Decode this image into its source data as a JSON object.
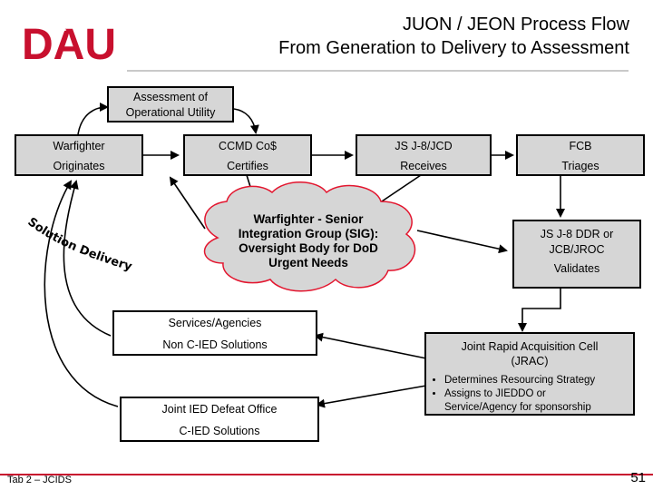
{
  "logo": {
    "text": "DAU",
    "color": "#c8102e"
  },
  "header": {
    "title_line1": "JUON / JEON Process Flow",
    "title_line2": "From Generation to Delivery to Assessment"
  },
  "boxes": {
    "assessment": [
      "Assessment of",
      "Operational Utility"
    ],
    "warfighter": [
      "Warfighter",
      "Originates"
    ],
    "ccmd": [
      "CCMD Co$",
      "Certifies"
    ],
    "js_j8_jcd": [
      "JS J-8/JCD",
      "Receives"
    ],
    "fcb": [
      "FCB",
      "Triages"
    ],
    "js_j8_ddr": [
      "JS J-8 DDR or",
      "JCB/JROC",
      "Validates"
    ],
    "services": [
      "Services/Agencies",
      "Non C-IED Solutions"
    ],
    "jieddo": [
      "Joint IED Defeat Office",
      "C-IED Solutions"
    ],
    "jrac_title": [
      "Joint Rapid Acquisition Cell",
      "(JRAC)"
    ],
    "jrac_bullets": [
      "Determines Resourcing Strategy",
      "Assigns to JIEDDO or",
      "Service/Agency for sponsorship"
    ]
  },
  "cloud": [
    "Warfighter - Senior",
    "Integration Group (SIG):",
    "Oversight Body for DoD",
    "Urgent Needs"
  ],
  "curved_label": "Solution Delivery",
  "footer": {
    "left": "Tab 2 – JCIDS",
    "page": "51"
  },
  "colors": {
    "box_fill": "#d6d6d6",
    "brand_red": "#c8102e",
    "footer_bar": "#c8102e"
  }
}
